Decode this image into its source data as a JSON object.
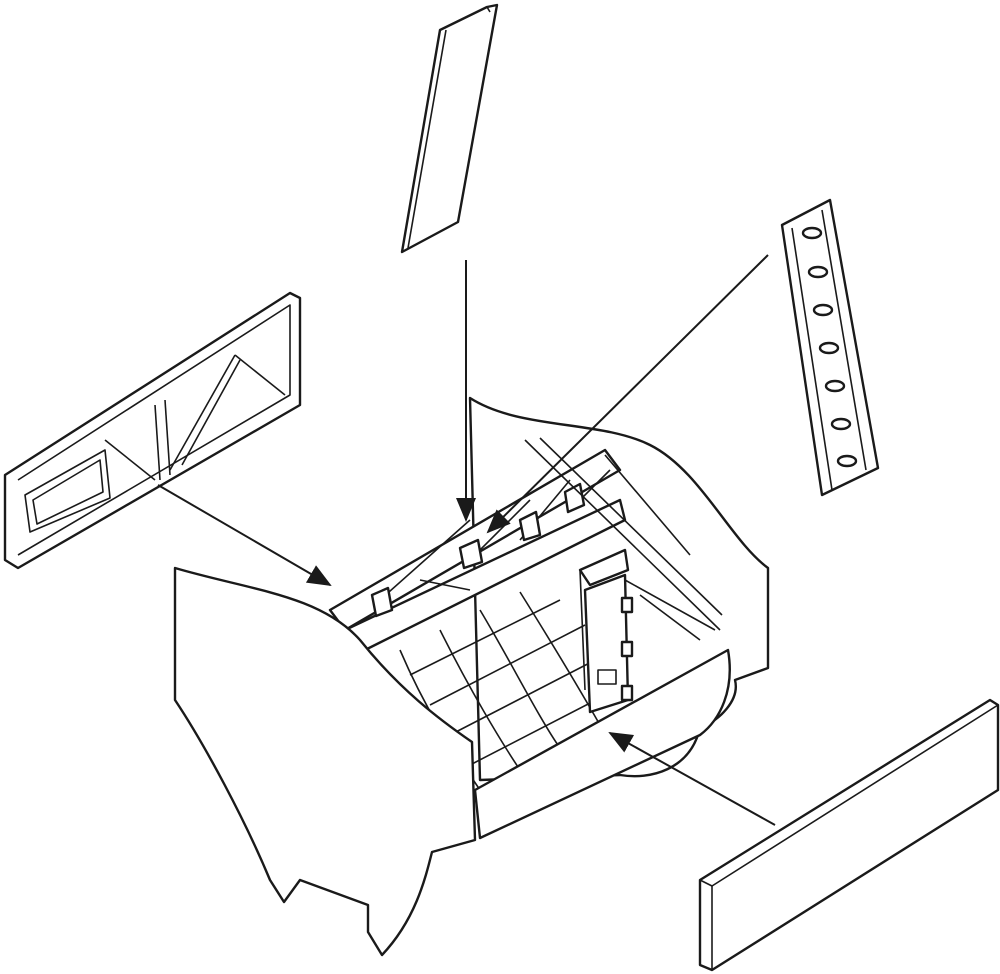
{
  "diagram": {
    "type": "exploded-assembly-line-drawing",
    "colors": {
      "line": "#1a1a1a",
      "fill": "#ffffff"
    },
    "parts": [
      "top-panel",
      "slotted-strip",
      "left-truss-panel",
      "bottom-right-panel",
      "main-bay-assembly"
    ],
    "arrows": 4
  }
}
